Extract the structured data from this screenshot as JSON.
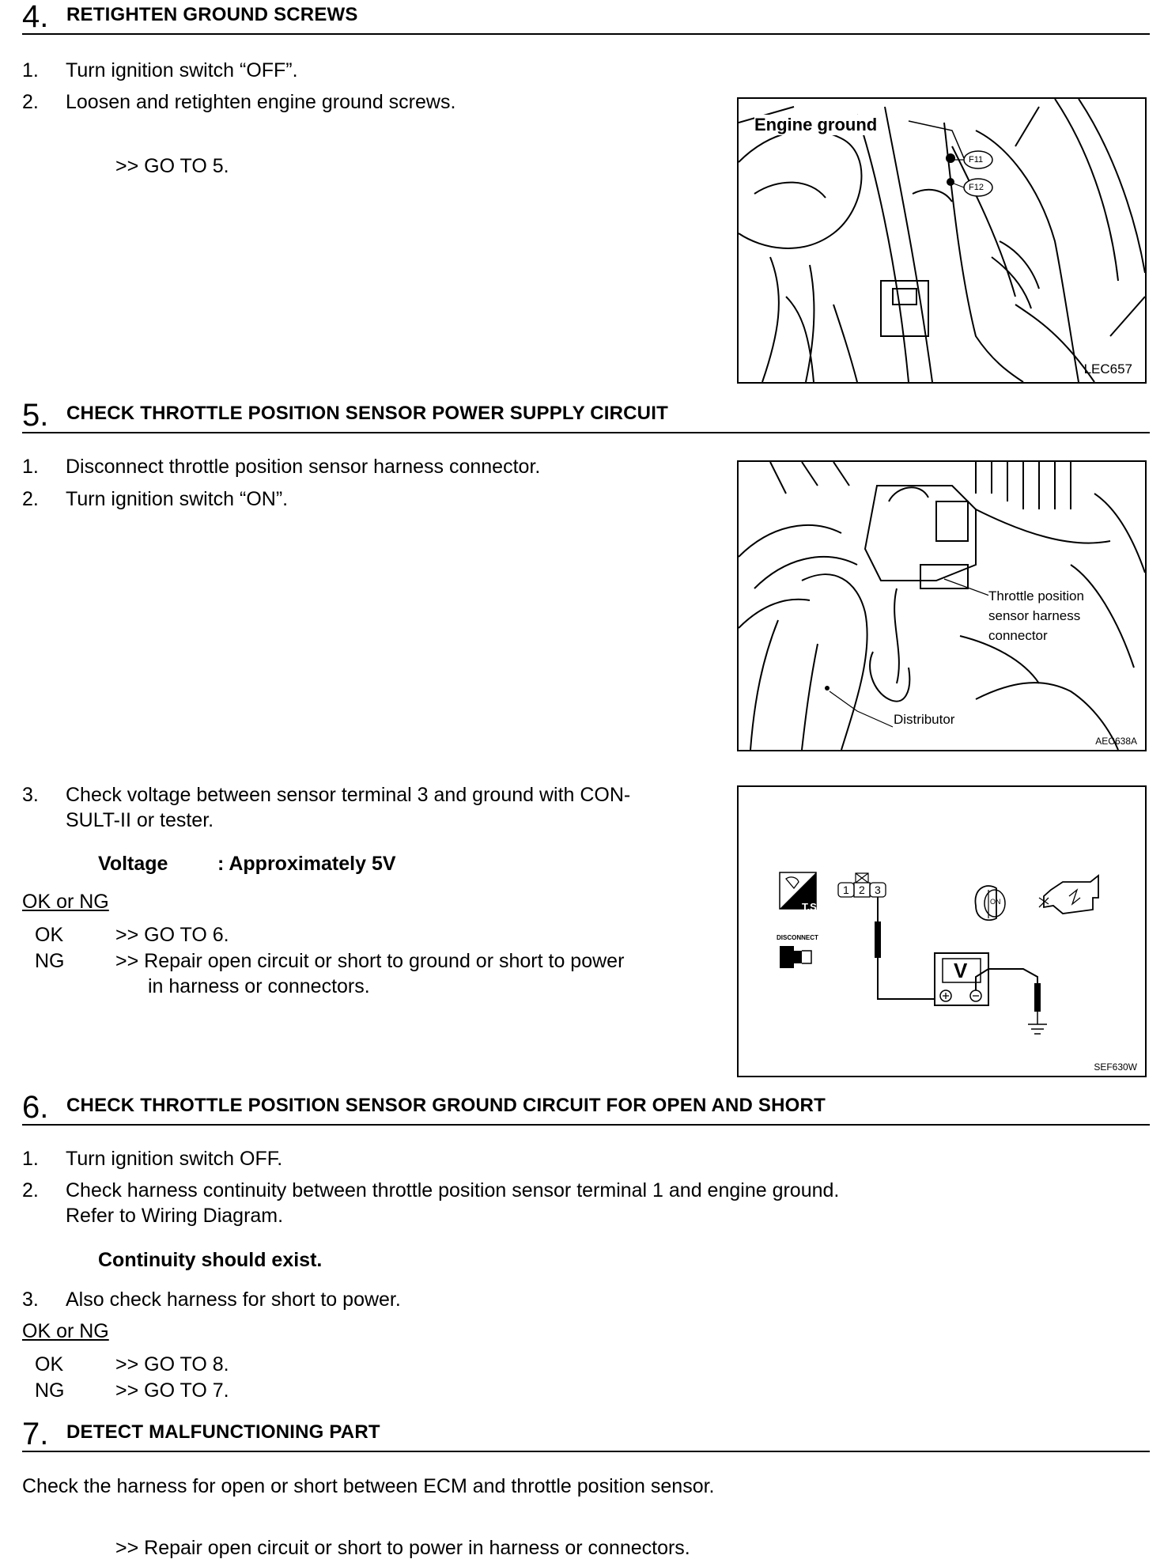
{
  "sections": [
    {
      "number": "4.",
      "title": "RETIGHTEN GROUND SCREWS",
      "steps": [
        {
          "num": "1.",
          "text": "Turn ignition switch “OFF”."
        },
        {
          "num": "2.",
          "text": "Loosen and retighten engine ground screws."
        }
      ],
      "goto": ">> GO TO 5.",
      "figure": {
        "label": "Engine ground",
        "connectors": [
          "F11",
          "F12"
        ],
        "code": "LEC657"
      }
    },
    {
      "number": "5.",
      "title": "CHECK THROTTLE POSITION SENSOR POWER SUPPLY CIRCUIT",
      "steps": [
        {
          "num": "1.",
          "text": "Disconnect throttle position sensor harness connector."
        },
        {
          "num": "2.",
          "text": "Turn ignition switch “ON”."
        },
        {
          "num": "3.",
          "text_line1": "Check voltage between sensor terminal 3 and ground with CON-",
          "text_line2": "SULT-II or tester."
        }
      ],
      "spec": {
        "label": "Voltage",
        "value": ": Approximately 5V"
      },
      "ok_ng_label": "OK or NG",
      "results": [
        {
          "status": "OK",
          "action": ">> GO TO 6."
        },
        {
          "status": "NG",
          "action_line1": ">> Repair open circuit or short to ground or short to power",
          "action_line2": "in harness or connectors."
        }
      ],
      "figure1": {
        "label_line1": "Throttle position",
        "label_line2": "sensor harness",
        "label_line3": "connector",
        "label_distributor": "Distributor",
        "code": "AEC638A"
      },
      "figure2": {
        "ts_label": "T.S.",
        "disconnect_label": "DISCONNECT",
        "terminals": [
          "1",
          "2",
          "3"
        ],
        "meter_label": "V",
        "key_label": "ON",
        "code": "SEF630W"
      }
    },
    {
      "number": "6.",
      "title": "CHECK THROTTLE POSITION SENSOR GROUND CIRCUIT FOR OPEN AND SHORT",
      "steps": [
        {
          "num": "1.",
          "text": "Turn ignition switch OFF."
        },
        {
          "num": "2.",
          "text_line1": "Check harness continuity between throttle position sensor terminal 1 and engine ground.",
          "text_line2": "Refer to Wiring Diagram."
        },
        {
          "num": "3.",
          "text": "Also check harness for short to power."
        }
      ],
      "spec": "Continuity should exist.",
      "ok_ng_label": "OK or NG",
      "results": [
        {
          "status": "OK",
          "action": ">> GO TO 8."
        },
        {
          "status": "NG",
          "action": ">> GO TO 7."
        }
      ]
    },
    {
      "number": "7.",
      "title": "DETECT MALFUNCTIONING PART",
      "text": "Check the harness for open or short between ECM and throttle position sensor.",
      "action": ">> Repair open circuit or short to power in harness or connectors."
    }
  ]
}
